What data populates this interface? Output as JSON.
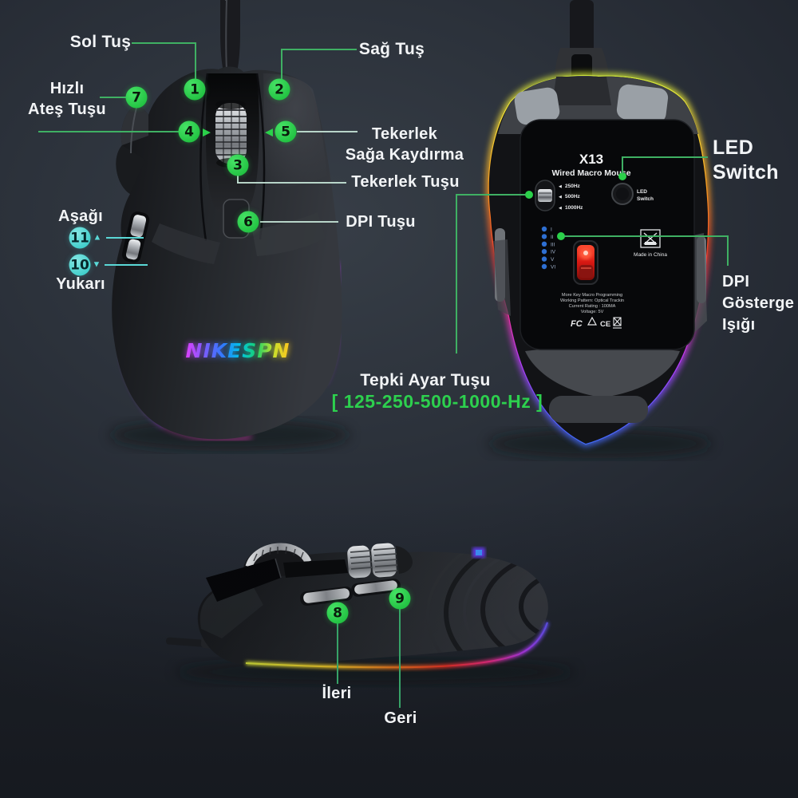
{
  "icons": {
    "arrow_left": "◀",
    "arrow_right": "▶",
    "arrow_up": "▲",
    "arrow_down": "▼"
  },
  "colors": {
    "accent_green": "#2dd04e",
    "accent_cyan": "#5ad8d6",
    "indicator_blue": "#3a7fd9",
    "sensor_red": "#e01414"
  },
  "front_view": {
    "brand_logo": "NIKESPN",
    "callouts": {
      "c1": {
        "num": "1",
        "label": "Sol Tuş"
      },
      "c2": {
        "num": "2",
        "label": "Sağ Tuş"
      },
      "c3": {
        "num": "3",
        "label": "Tekerlek Tuşu"
      },
      "c4": {
        "num": "4"
      },
      "c5": {
        "num": "5",
        "label_line1": "Tekerlek",
        "label_line2": "Sağa Kaydırma"
      },
      "c6": {
        "num": "6",
        "label": "DPI Tuşu"
      },
      "c7": {
        "num": "7",
        "label_line1": "Hızlı",
        "label_line2": "Ateş Tuşu"
      },
      "c10": {
        "num": "10",
        "label": "Yukarı"
      },
      "c11": {
        "num": "11",
        "label": "Aşağı"
      }
    }
  },
  "bottom_view": {
    "model": "X13",
    "subtitle": "Wired Macro Mouse",
    "polling_rates": [
      "250Hz",
      "500Hz",
      "1000Hz"
    ],
    "led_button": {
      "line1": "LED",
      "line2": "Switch"
    },
    "dpi_levels": [
      "I",
      "II",
      "III",
      "IV",
      "V",
      "VI"
    ],
    "made_in": "Made in China",
    "specs": [
      "More Key Macro Programming",
      "Working Pattern: Optical Trackin",
      "Current Rating : 100MA",
      "Voltage: 5V"
    ],
    "certs": {
      "fcc": "FC",
      "ce": "CE"
    },
    "callouts": {
      "led": {
        "line1": "LED",
        "line2": "Switch"
      },
      "dpi_light": {
        "line1": "DPI",
        "line2": "Gösterge",
        "line3": "Işığı"
      },
      "polling": {
        "title": "Tepki Ayar Tuşu",
        "range": "[ 125-250-500-1000-Hz ]"
      }
    }
  },
  "side_view": {
    "callouts": {
      "c8": {
        "num": "8",
        "label": "İleri"
      },
      "c9": {
        "num": "9",
        "label": "Geri"
      }
    }
  }
}
